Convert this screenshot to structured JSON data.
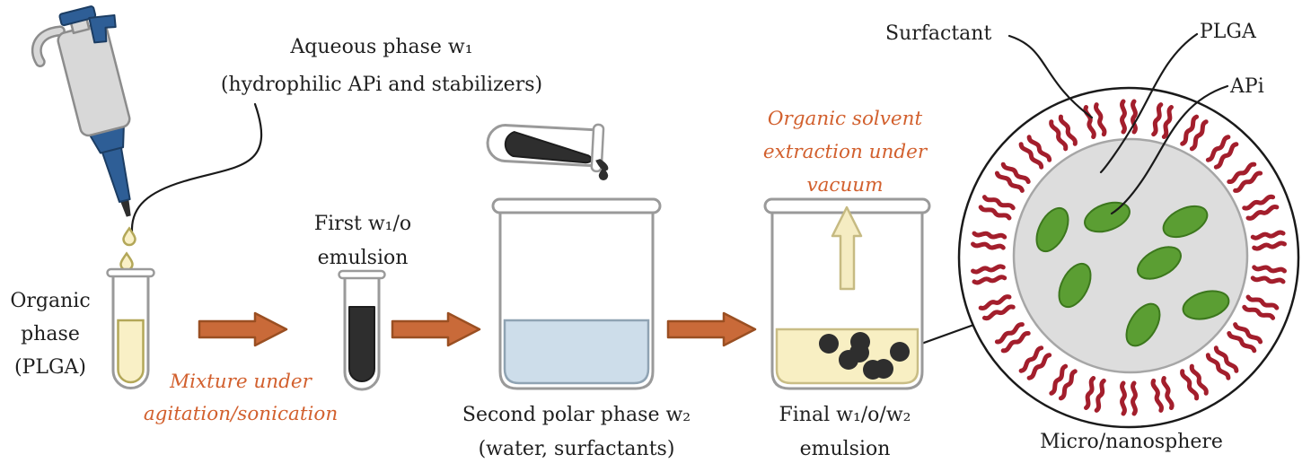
{
  "labels": {
    "aqueous": {
      "line1": "Aqueous phase w₁",
      "line2": "(hydrophilic APi and stabilizers)"
    },
    "organic_phase": {
      "line1": "Organic",
      "line2": "phase",
      "line3": "(PLGA)"
    },
    "mixture": {
      "line1": "Mixture under",
      "line2": "agitation/sonication"
    },
    "first_emulsion": {
      "line1": "First w₁/o",
      "line2": "emulsion"
    },
    "second_phase": {
      "line1": "Second polar phase w₂",
      "line2": "(water, surfactants)"
    },
    "extraction": {
      "line1": "Organic solvent",
      "line2": "extraction under",
      "line3": "vacuum"
    },
    "final_emulsion": {
      "line1": "Final w₁/o/w₂",
      "line2": "emulsion"
    },
    "sphere": {
      "surfactant": "Surfactant",
      "plga": "PLGA",
      "api": "APi",
      "caption": "Micro/nanosphere"
    }
  },
  "colors": {
    "text-dark": "#1f1f1f",
    "accent-orange": "#d2602e",
    "outline-dark": "#1a1a1a",
    "arrow-fill": "#c96a39",
    "arrow-stroke": "#9a4f22",
    "glass-stroke": "#9a9a9a",
    "cream-fill": "#f9f0c6",
    "cream-stroke": "#b3a758",
    "final-liquid-fill": "#f8efc3",
    "final-liquid-stroke": "#c9bd85",
    "cream-arrow-fill": "#f5ecc2",
    "cream-arrow-stroke": "#c6ba82",
    "blue-liquid-fill": "#cdddea",
    "blue-liquid-stroke": "#8fa3b3",
    "dark-liquid": "#2e2e2e",
    "surfactant-red": "#a31e2c",
    "api-green": "#5b9e33",
    "api-green-stroke": "#3c771d",
    "sphere-fill": "#dddddd",
    "sphere-stroke": "#a6a6a6",
    "pipette-gray": "#d8d8d8",
    "pipette-gray-stroke": "#8c8c8c",
    "pipette-blue": "#2e5e96",
    "pipette-blue-stroke": "#1c3d63"
  }
}
